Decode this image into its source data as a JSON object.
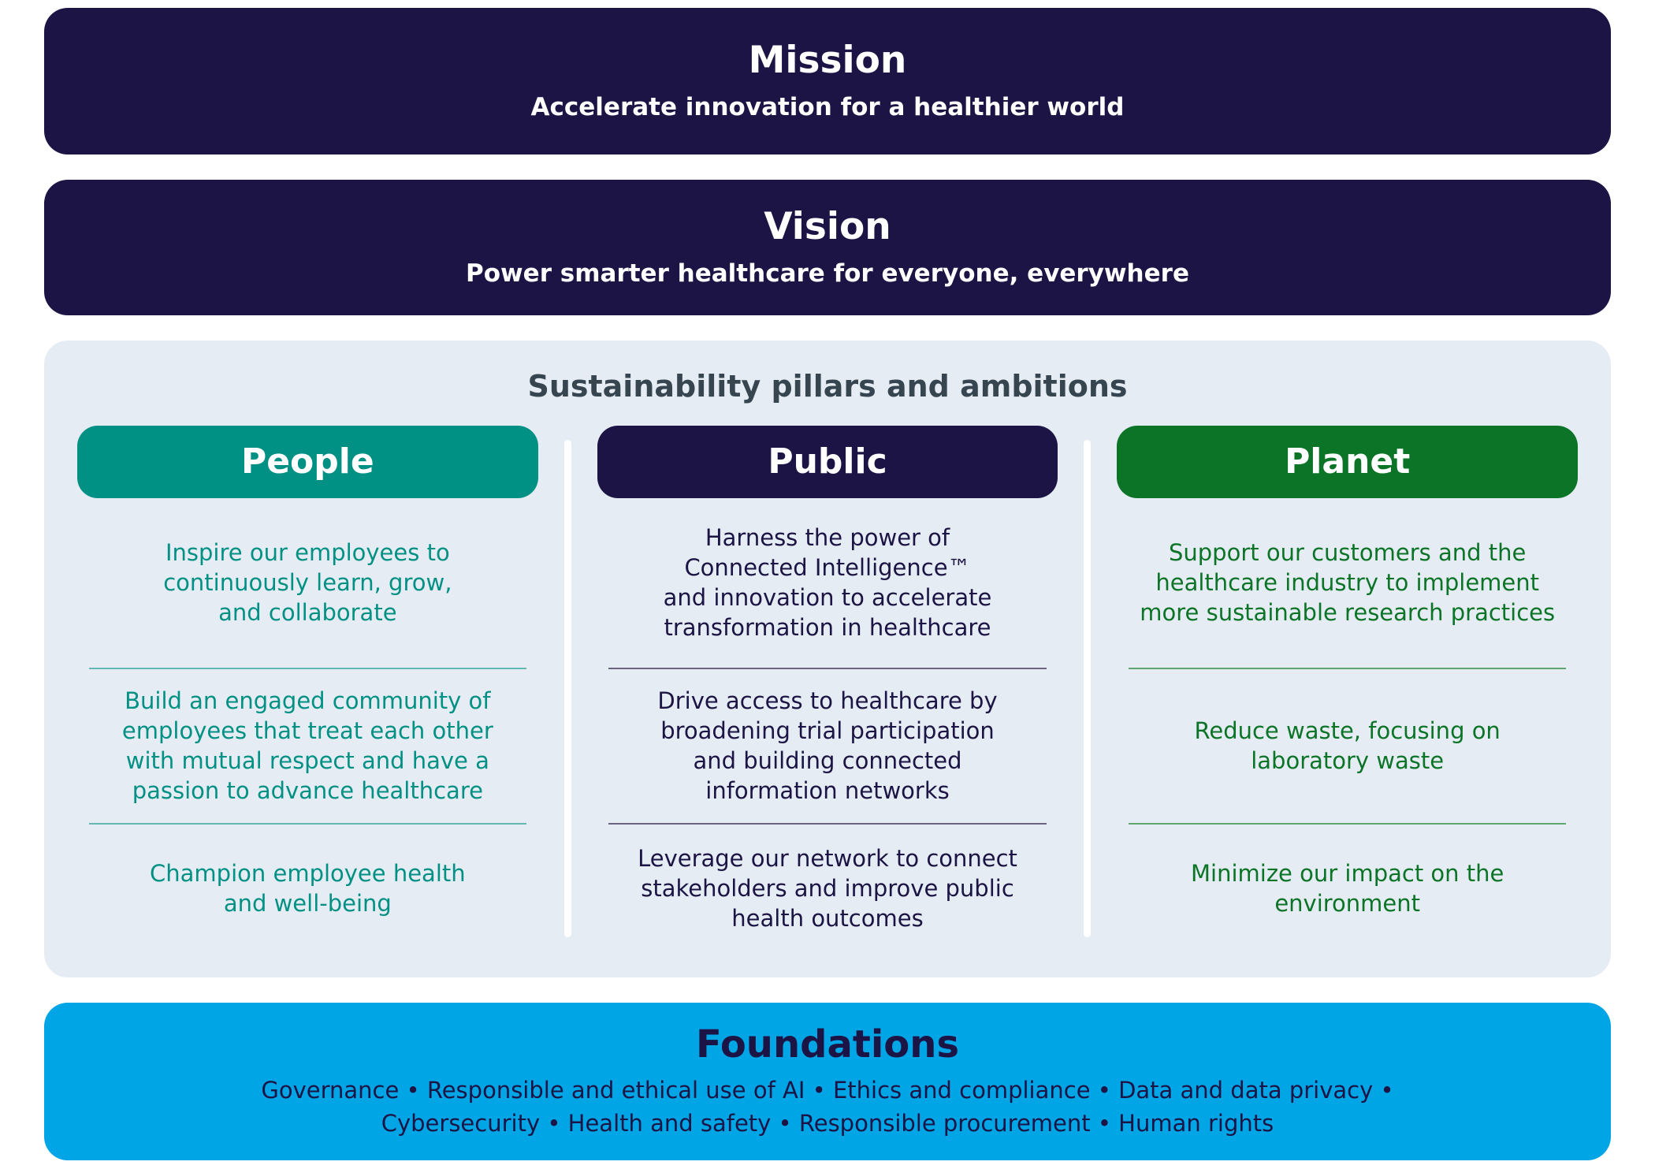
{
  "mission": {
    "title": "Mission",
    "subtitle": "Accelerate innovation for a healthier world"
  },
  "vision": {
    "title": "Vision",
    "subtitle": "Power smarter healthcare for everyone, everywhere"
  },
  "pillars": {
    "title": "Sustainability pillars and ambitions",
    "columns": [
      {
        "name": "People",
        "color": "#009184",
        "items": [
          "Inspire our employees to\ncontinuously learn, grow,\nand collaborate",
          "Build an engaged community of\nemployees that treat each other\nwith mutual respect and have a\npassion to advance healthcare",
          "Champion employee health\nand well-being"
        ]
      },
      {
        "name": "Public",
        "color": "#1b1444",
        "items": [
          "Harness the power of\nConnected Intelligence™\nand innovation to accelerate\ntransformation in healthcare",
          "Drive access to healthcare by\nbroadening trial participation\nand building connected\ninformation networks",
          "Leverage our network to connect\nstakeholders and improve public\nhealth outcomes"
        ]
      },
      {
        "name": "Planet",
        "color": "#0b7427",
        "items": [
          "Support our customers and the\nhealthcare industry to implement\nmore sustainable research practices",
          "Reduce waste, focusing on\nlaboratory waste",
          "Minimize our impact on the\nenvironment"
        ]
      }
    ]
  },
  "foundations": {
    "title": "Foundations",
    "subtitle": "Governance • Responsible and ethical use of AI • Ethics and compliance • Data and data privacy •\nCybersecurity • Health and safety • Responsible procurement • Human rights"
  },
  "colors": {
    "banner_navy": "#1b1444",
    "people_teal": "#009184",
    "public_navy": "#1b1444",
    "planet_green": "#0b7427",
    "foundations_cyan": "#00a5e6",
    "section_background": "#e6ecf3",
    "section_title_text": "#36454f"
  }
}
